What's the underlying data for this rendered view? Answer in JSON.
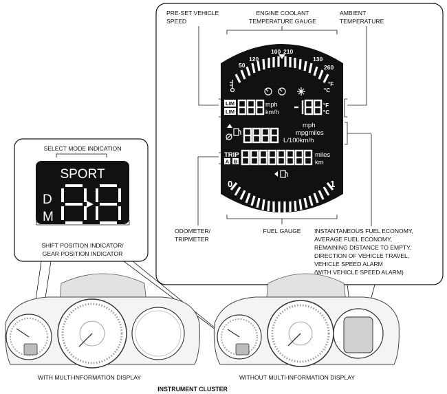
{
  "caption": "INSTRUMENT CLUSTER",
  "callouts": {
    "preset_speed": [
      "PRE-SET VEHICLE",
      "SPEED"
    ],
    "coolant_gauge": [
      "ENGINE COOLANT",
      "TEMPERATURE GAUGE"
    ],
    "ambient_temp": [
      "AMBIENT",
      "TEMPERATURE"
    ],
    "odometer": [
      "ODOMETER/",
      "TRIPMETER"
    ],
    "fuel_gauge": [
      "FUEL GAUGE"
    ],
    "fuel_economy": [
      "INSTANTANEOUS FUEL ECONOMY,",
      "AVERAGE FUEL ECONOMY,",
      "REMAINING DISTANCE TO EMPTY,",
      "DIRECTION OF VEHICLE TRAVEL,",
      "VEHICLE SPEED ALARM",
      "(WITH VEHICLE SPEED ALARM)"
    ],
    "select_mode": [
      "SELECT MODE INDICATION"
    ],
    "shift_position": [
      "SHIFT POSITION INDICATOR/",
      "GEAR POSITION INDICATOR"
    ]
  },
  "cluster_labels": {
    "with_mid": "WITH MULTI-INFORMATION DISPLAY",
    "without_mid": "WITHOUT MULTI-INFORMATION DISPLAY"
  },
  "select_display": {
    "mode": "SPORT",
    "letter_d": "D",
    "letter_m": "M"
  },
  "lcd": {
    "temp_scale_c": [
      "50",
      "120"
    ],
    "temp_scale_f": [
      "100",
      "210"
    ],
    "temp_scale_right": [
      "130",
      "260"
    ],
    "deg_c": "°C",
    "deg_f": "°F",
    "lim": "LIM",
    "speed_units": [
      "mph",
      "km/h"
    ],
    "econ_units": [
      "mph",
      "mpgmiles",
      "L/100km/h"
    ],
    "trip": "TRIP",
    "trip_a": "A",
    "trip_b": "B",
    "odo_units": [
      "miles",
      "km"
    ],
    "fuel_empty": "0",
    "fuel_full": "1"
  }
}
